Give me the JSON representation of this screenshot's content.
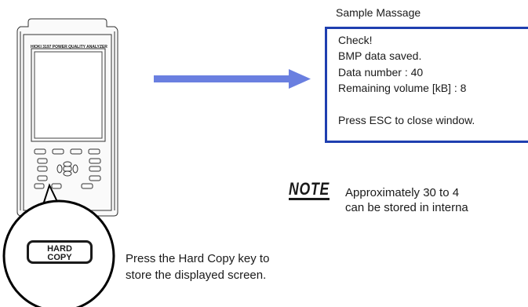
{
  "device": {
    "model_label": "HIOKI 3197 POWER QUALITY ANALYZER",
    "hard_copy_key_line1": "HARD",
    "hard_copy_key_line2": "COPY"
  },
  "arrow": {
    "icon": "right-arrow-icon",
    "color": "#6a7fe0"
  },
  "message": {
    "title": "Sample Massage",
    "line1": "Check!",
    "line2": "BMP data saved.",
    "line3": "Data number : 40",
    "line4": "Remaining volume [kB] : 8",
    "line5": "Press ESC to close window.",
    "border_color": "#1f3fb0"
  },
  "note": {
    "label": "NOTE",
    "line1": "Approximately 30 to 4",
    "line2": "can be stored in interna"
  },
  "caption": {
    "line1": "Press the Hard Copy key to",
    "line2": "store the displayed screen."
  }
}
